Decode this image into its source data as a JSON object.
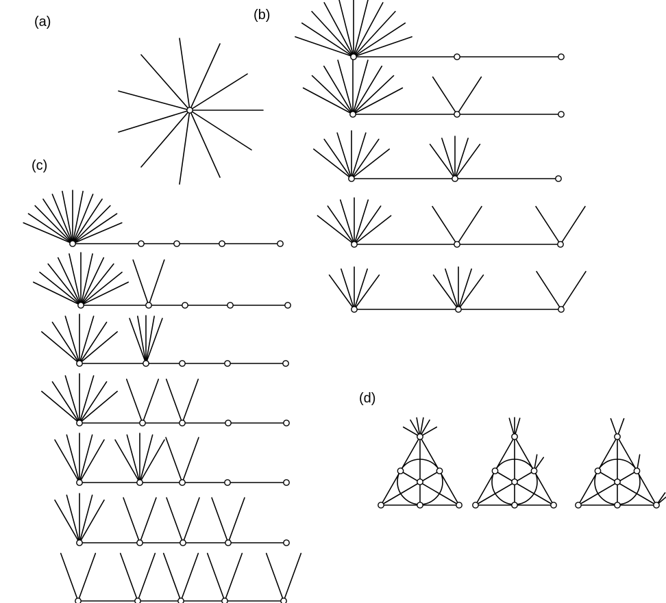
{
  "panels": {
    "a": {
      "label": "(a)"
    },
    "b": {
      "label": "(b)"
    },
    "c": {
      "label": "(c)"
    },
    "d": {
      "label": "(d)"
    }
  },
  "colors": {
    "stroke": "#000000",
    "vertex_fill": "#ffffff",
    "background": "#ffffff"
  }
}
